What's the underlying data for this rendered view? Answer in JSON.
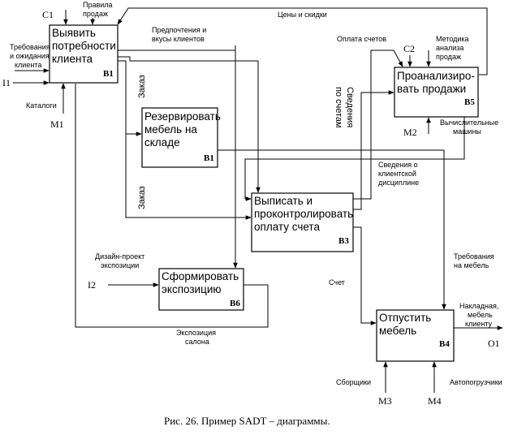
{
  "blocks": {
    "b1": {
      "lines": [
        "Выявить",
        "потребности",
        "клиента"
      ],
      "code": "B1"
    },
    "b1b": {
      "lines": [
        "Резервировать",
        "мебель на",
        "складе"
      ],
      "code": "B1"
    },
    "b3": {
      "lines": [
        "Выписать и",
        "проконтролировать",
        "оплату счета"
      ],
      "code": "B3"
    },
    "b4": {
      "lines": [
        "Отпустить",
        "мебель"
      ],
      "code": "B4"
    },
    "b5": {
      "lines": [
        "Проанализиро-",
        "вать продажи"
      ],
      "code": "B5"
    },
    "b6": {
      "lines": [
        "Сформировать",
        "экспозицию"
      ],
      "code": "B6"
    }
  },
  "ports": {
    "c1": "C1",
    "c2": "C2",
    "i1": "I1",
    "i2": "I2",
    "m1": "M1",
    "m2": "M2",
    "m3": "M3",
    "m4": "M4",
    "o1": "O1"
  },
  "labels": {
    "pravila": [
      "Правила",
      "продаж"
    ],
    "treb_ozh": [
      "Требования",
      "и ожидания",
      "клиента"
    ],
    "katalogi": "Каталоги",
    "predpoch": [
      "Предпочтения и",
      "вкусы клиентов"
    ],
    "ceny": "Цены и скидки",
    "oplata": "Оплата счетов",
    "metodika": [
      "Методика",
      "анализа",
      "продаж"
    ],
    "vych": [
      "Вычислительные",
      "машины"
    ],
    "svedeniya_po": "Сведения",
    "svedeniya_sch": "по счетам",
    "zakaz1": "Заказ",
    "zakaz2": "Заказ",
    "sved_disc": [
      "Сведения о",
      "клиентской",
      "дисциплине"
    ],
    "dizain": [
      "Дизайн-проект",
      "экспозиции"
    ],
    "trebovaniya": [
      "Требования",
      "на мебель"
    ],
    "schet": "Счет",
    "nakladnaya": [
      "Накладная,",
      "мебель",
      "клиенту"
    ],
    "ekspoz": [
      "Экспозиция",
      "салона"
    ],
    "sborshiki": "Сборщики",
    "avto": "Автопогрузчики"
  },
  "caption": "Рис. 26. Пример SADT – диаграммы."
}
